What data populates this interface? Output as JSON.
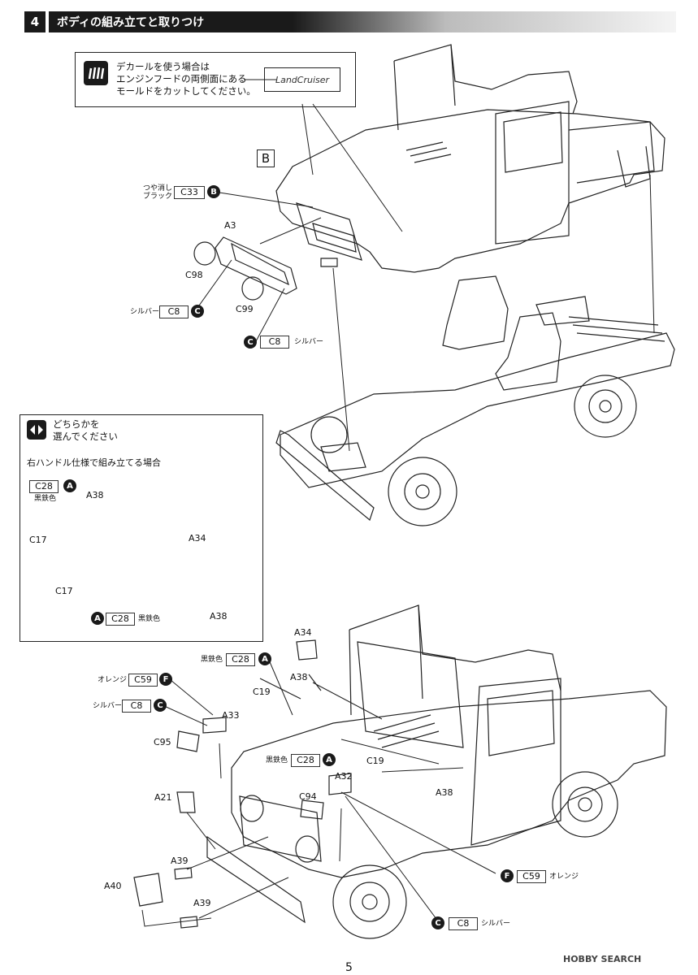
{
  "header": {
    "step": "4",
    "title": "ボディの組み立てと取りつけ"
  },
  "note": {
    "text": "デカールを使う場合は\nエンジンフードの両側面にある\nモールドをカットしてください。",
    "logo": "LandCruiser"
  },
  "view_label": "B",
  "paint_matte": {
    "color": "つや消し\nブラック",
    "code": "C33",
    "paint": "B"
  },
  "grille": {
    "a3": "A3",
    "c98": "C98",
    "c99": "C99",
    "left_color": "シルバー",
    "left_code": "C8",
    "left_paint": "C",
    "right_color": "シルバー",
    "right_code": "C8",
    "right_paint": "C"
  },
  "alt": {
    "title": "どちらかを\n選んでください",
    "subtitle": "右ハンドル仕様で組み立てる場合",
    "c28_top": "C28",
    "c28_top_paint": "A",
    "c28_top_color": "黒鉄色",
    "a38_top": "A38",
    "c17_top": "C17",
    "a34": "A34",
    "c17_bot": "C17",
    "c28_bot": "C28",
    "c28_bot_paint": "A",
    "c28_bot_color": "黒鉄色",
    "a38_bot": "A38"
  },
  "main": {
    "a34": "A34",
    "c28_color": "黒鉄色",
    "c28_code": "C28",
    "c28_paint": "A",
    "a38_top": "A38",
    "c19_top": "C19",
    "c59_color": "オレンジ",
    "c59_code": "C59",
    "c59_paint": "F",
    "c8_color": "シルバー",
    "c8_code": "C8",
    "c8_paint": "C",
    "a33": "A33",
    "c95": "C95",
    "c28b_color": "黒鉄色",
    "c28b_code": "C28",
    "c28b_paint": "A",
    "c19_mid": "C19",
    "a32": "A32",
    "c94": "C94",
    "a38_mid": "A38",
    "a21": "A21",
    "a39_a": "A39",
    "a40": "A40",
    "a39_b": "A39",
    "f_paint": "F",
    "f_code": "C59",
    "f_color": "オレンジ",
    "c_paint": "C",
    "c_code": "C8",
    "c_color": "シルバー"
  },
  "page_number": "5",
  "watermark": "HOBBY SEARCH"
}
